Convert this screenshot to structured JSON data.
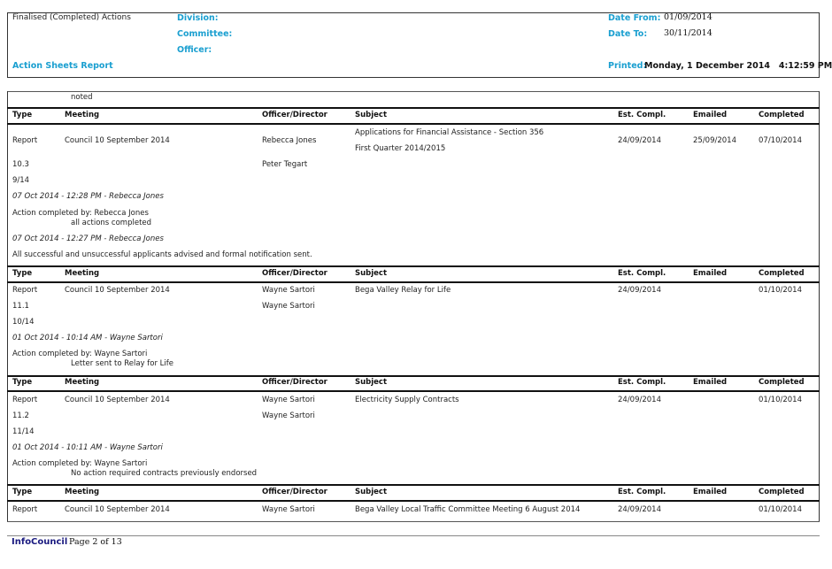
{
  "header": {
    "report_type": "Finalised (Completed) Actions",
    "report_name": "Action Sheets Report",
    "division_label": "Division:",
    "committee_label": "Committee:",
    "officer_label": "Officer:",
    "date_from_label": "Date From:",
    "date_from": "01/09/2014",
    "date_to_label": "Date To:",
    "date_to": "30/11/2014",
    "printed_label": "Printed:",
    "printed_value": "Monday, 1 December 2014   4:12:59 PM"
  },
  "columns": {
    "type": "Type",
    "meeting": "Meeting",
    "officer": "Officer/Director",
    "subject": "Subject",
    "est": "Est. Compl.",
    "emailed": "Emailed",
    "completed": "Completed"
  },
  "carry_over_note": "noted",
  "actions": [
    {
      "type": "Report",
      "meeting": "Council 10 September 2014",
      "officer": "Rebecca Jones",
      "officer2": "Peter Tegart",
      "subject": "Applications for Financial Assistance - Section 356",
      "subject2": "First Quarter 2014/2015",
      "est": "24/09/2014",
      "emailed": "25/09/2014",
      "completed": "07/10/2014",
      "item": "10.3",
      "ref": "9/14",
      "log1_stamp": "07 Oct 2014 - 12:28 PM - Rebecca Jones",
      "log1_by": "Action completed by: Rebecca Jones",
      "log1_note": "all actions completed",
      "log2_stamp": "07 Oct 2014 - 12:27 PM - Rebecca Jones",
      "log2_note": "All successful and unsuccessful applicants advised and formal notification sent."
    },
    {
      "type": "Report",
      "meeting": "Council 10 September 2014",
      "officer": "Wayne Sartori",
      "officer2": "Wayne Sartori",
      "subject": "Bega Valley Relay for Life",
      "est": "24/09/2014",
      "emailed": "",
      "completed": "01/10/2014",
      "item": "11.1",
      "ref": "10/14",
      "log1_stamp": "01 Oct 2014 - 10:14 AM - Wayne Sartori",
      "log1_by": "Action completed by: Wayne Sartori",
      "log1_note": "Letter sent to Relay for Life"
    },
    {
      "type": "Report",
      "meeting": "Council 10 September 2014",
      "officer": "Wayne Sartori",
      "officer2": "Wayne Sartori",
      "subject": "Electricity Supply Contracts",
      "est": "24/09/2014",
      "emailed": "",
      "completed": "01/10/2014",
      "item": "11.2",
      "ref": "11/14",
      "log1_stamp": "01 Oct 2014 - 10:11 AM - Wayne Sartori",
      "log1_by": "Action completed by: Wayne Sartori",
      "log1_note": "No action required contracts previously endorsed"
    },
    {
      "type": "Report",
      "meeting": "Council 10 September 2014",
      "officer": "Wayne Sartori",
      "subject": "Bega Valley Local Traffic Committee Meeting 6 August 2014",
      "est": "24/09/2014",
      "emailed": "",
      "completed": "01/10/2014"
    }
  ],
  "footer": {
    "brand": "InfoCouncil",
    "page": "Page 2 of 13"
  }
}
